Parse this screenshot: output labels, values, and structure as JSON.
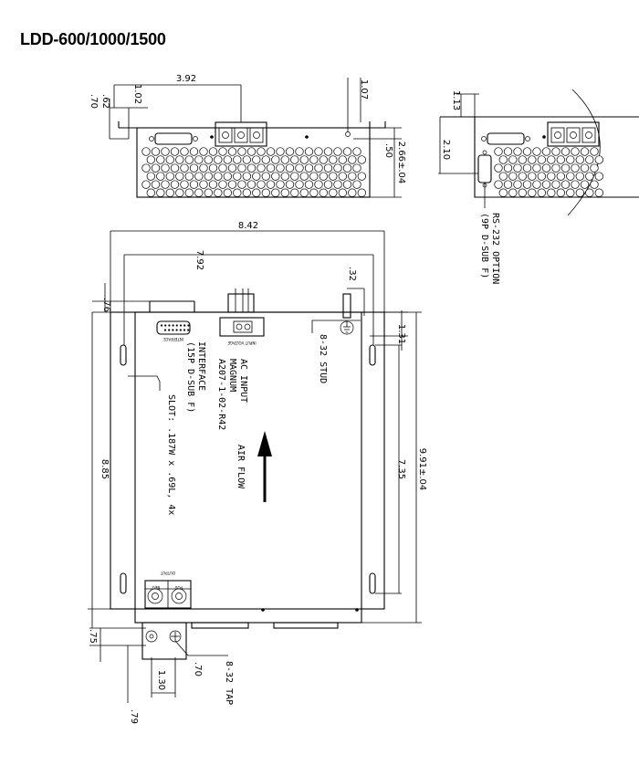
{
  "title": "LDD-600/1000/1500",
  "dimensions": {
    "d392": "3.92",
    "d102": "1.02",
    "d070_side": ".70",
    "d062": ".62",
    "d107": "1.07",
    "d266": "2.66±.04",
    "d050": ".50",
    "d113": "1.13",
    "d210": "2.10",
    "d842": "8.42",
    "d792": "7.92",
    "d032": ".32",
    "d076": ".76",
    "d131": "1.31",
    "d885": "8.85",
    "d991": "9.91±.04",
    "d735": "7.35",
    "d075": ".75",
    "d070_tap": ".70",
    "d130": "1.30",
    "d079": ".79"
  },
  "notes": {
    "rs232_line1": "RS-232 OPTION",
    "rs232_line2": "(9P D-SUB F)",
    "stud": "8-32 STUD",
    "interface_line1": "INTERFACE",
    "interface_line2": "(15P D-SUB F)",
    "ac_line1": "AC INPUT",
    "ac_line2": "MAGNUM",
    "ac_line3": "A207-1-02-R42",
    "slot": "SLOT: .187W x .69L, 4x",
    "airflow": "AIR FLOW",
    "tap": "8-32 TAP"
  },
  "tiny_labels": {
    "interface": "INTERFACE",
    "input_voltage": "INPUT VOLTAGE",
    "output": "OUTPUT",
    "neg": "NEG",
    "pos": "POS"
  }
}
